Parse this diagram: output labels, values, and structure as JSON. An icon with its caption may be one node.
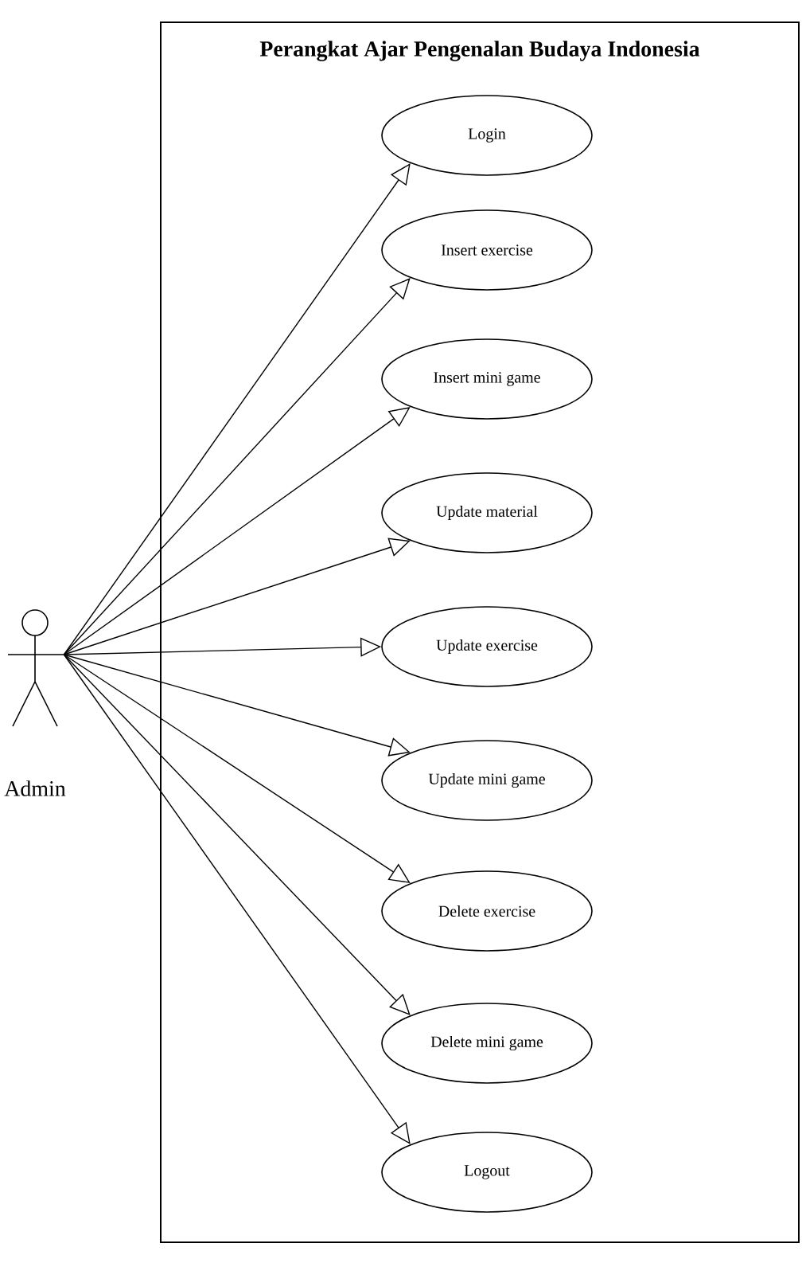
{
  "diagram": {
    "nodes": [
      {
        "text": [
          "Perangkat Ajar Pengenalan Budaya Indonesia"
        ]
      },
      {
        "text": [
          "Admin"
        ]
      },
      {
        "text": [
          "Login"
        ],
        "in": 0
      },
      {
        "text": [
          "Insert exercise"
        ],
        "in": 0
      },
      {
        "text": [
          "Insert mini game"
        ],
        "in": 0
      },
      {
        "text": [
          "Update material"
        ],
        "in": 0
      },
      {
        "text": [
          "Update exercise"
        ],
        "in": 0
      },
      {
        "text": [
          "Update mini game"
        ],
        "in": 0
      },
      {
        "text": [
          "Delete exercise"
        ],
        "in": 0
      },
      {
        "text": [
          "Delete mini game"
        ],
        "in": 0
      },
      {
        "text": [
          "Logout"
        ],
        "in": 0
      }
    ],
    "edges": [
      {
        "from": 1,
        "to": 2,
        "arrow": "to"
      },
      {
        "from": 1,
        "to": 3,
        "arrow": "to"
      },
      {
        "from": 1,
        "to": 4,
        "arrow": "to"
      },
      {
        "from": 1,
        "to": 5,
        "arrow": "to"
      },
      {
        "from": 1,
        "to": 6,
        "arrow": "to"
      },
      {
        "from": 1,
        "to": 7,
        "arrow": "to"
      },
      {
        "from": 1,
        "to": 8,
        "arrow": "to"
      },
      {
        "from": 1,
        "to": 9,
        "arrow": "to"
      },
      {
        "from": 1,
        "to": 10,
        "arrow": "to"
      }
    ]
  }
}
